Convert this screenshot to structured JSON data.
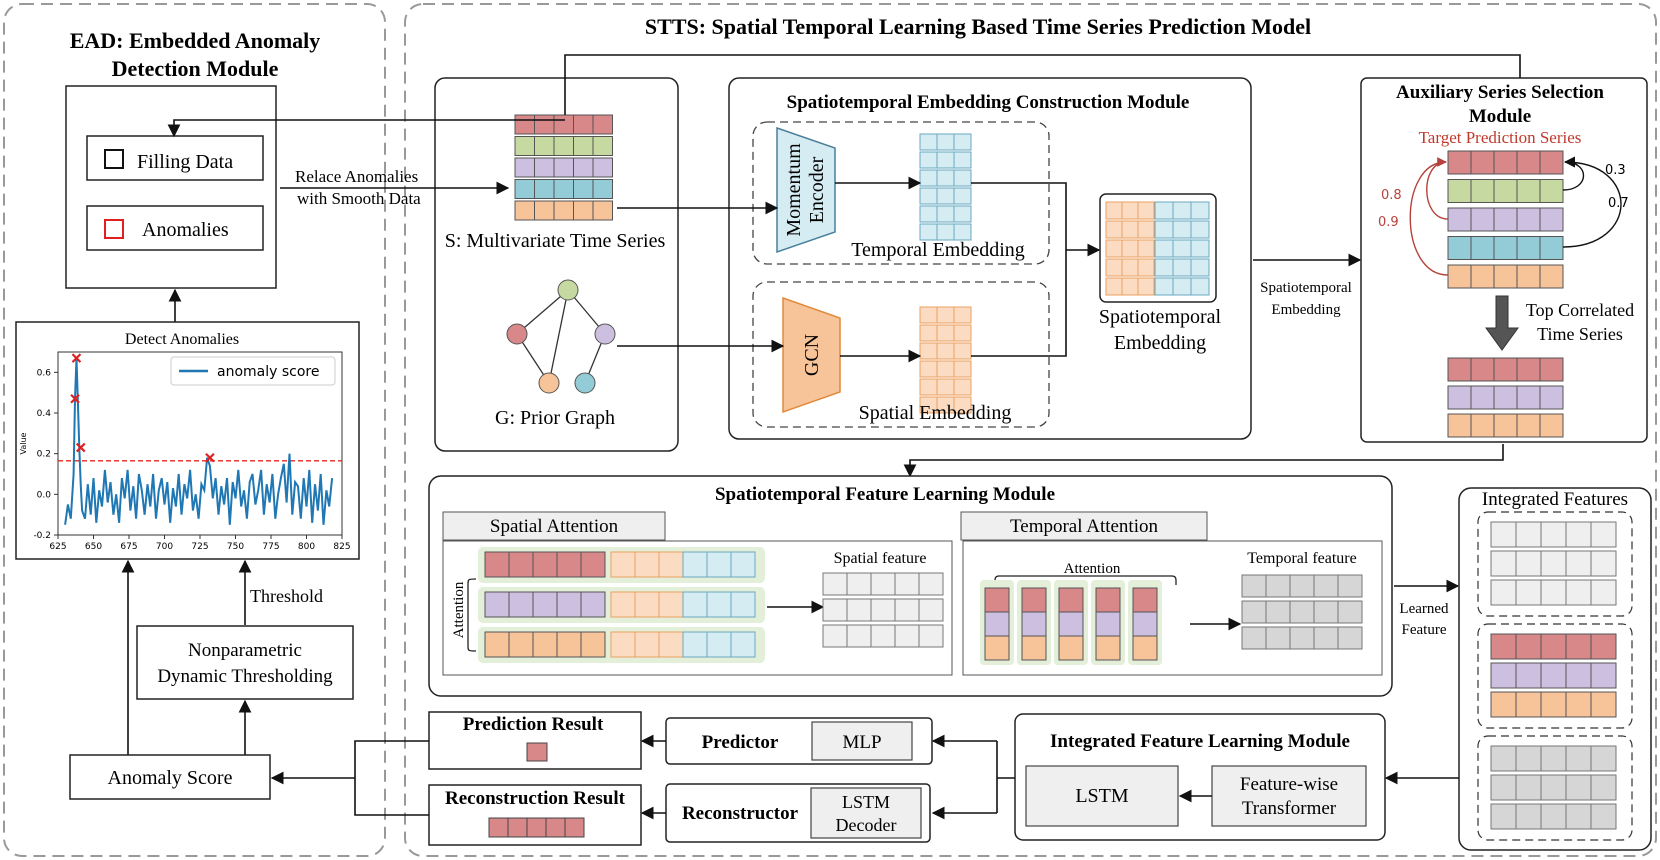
{
  "ead": {
    "title_line1": "EAD: Embedded Anomaly",
    "title_line2": "Detection Module",
    "filling_data": "Filling Data",
    "anomalies": "Anomalies",
    "chart_title": "Detect Anomalies",
    "threshold": "Threshold",
    "nonparam_line1": "Nonparametric",
    "nonparam_line2": "Dynamic Thresholding",
    "anomaly_score": "Anomaly Score"
  },
  "stts": {
    "title": "STTS: Spatial Temporal Learning Based Time Series Prediction Model",
    "replace_line1": "Relace Anomalies",
    "replace_line2": "with Smooth Data",
    "mts_label": "S: Multivariate Time Series",
    "graph_label": "G: Prior Graph",
    "embed_module_title": "Spatiotemporal Embedding Construction Module",
    "momentum_line1": "Momentum",
    "momentum_line2": "Encoder",
    "temporal_embedding": "Temporal Embedding",
    "gcn": "GCN",
    "spatial_embedding": "Spatial Embedding",
    "st_embedding_line1": "Spatiotemporal",
    "st_embedding_line2": "Embedding",
    "st_arrow_line1": "Spatiotemporal",
    "st_arrow_line2": "Embedding",
    "aux_title_line1": "Auxiliary Series Selection",
    "aux_title_line2": "Module",
    "target_series": "Target Prediction Series",
    "w_03": "0.3",
    "w_07": "0.7",
    "w_08": "0.8",
    "w_09": "0.9",
    "top_corr_line1": "Top Correlated",
    "top_corr_line2": "Time Series",
    "feature_module_title": "Spatiotemporal Feature Learning Module",
    "spatial_attention": "Spatial Attention",
    "temporal_attention": "Temporal Attention",
    "attention_vertical": "Attention",
    "attention_bracket": "Attention",
    "spatial_feature": "Spatial feature",
    "temporal_feature": "Temporal feature",
    "integrated_features": "Integrated Features",
    "learned_line1": "Learned",
    "learned_line2": "Feature",
    "integrated_module_title": "Integrated Feature Learning Module",
    "lstm": "LSTM",
    "fw_line1": "Feature-wise",
    "fw_line2": "Transformer",
    "predictor": "Predictor",
    "mlp": "MLP",
    "reconstructor": "Reconstructor",
    "lstm_dec_line1": "LSTM",
    "lstm_dec_line2": "Decoder",
    "prediction_result": "Prediction Result",
    "reconstruction_result": "Reconstruction Result"
  },
  "colors": {
    "red": "#d9888a",
    "green": "#c6d9a0",
    "purple": "#cdbfe0",
    "cyan": "#93cbd6",
    "orange": "#f7c49a",
    "light_blue": "#d6ecf3",
    "light_orange": "#fbdcc3",
    "gray": "#e4e4e4",
    "plot_line": "#1f77b4",
    "threshold": "#e8281e",
    "node_green": "#c6d9a0",
    "node_red": "#d9888a",
    "node_purple": "#cdbfe0",
    "node_orange": "#f7c49a",
    "node_cyan": "#93cbd6"
  },
  "chart_data": {
    "type": "line",
    "title": "Detect Anomalies",
    "xlabel": "",
    "ylabel": "Value",
    "xlim": [
      625,
      825
    ],
    "ylim": [
      -0.2,
      0.7
    ],
    "xticks": [
      "625",
      "650",
      "675",
      "700",
      "725",
      "750",
      "775",
      "800",
      "825"
    ],
    "yticks": [
      "-0.2",
      "0.0",
      "0.2",
      "0.4",
      "0.6"
    ],
    "threshold": 0.165,
    "series": [
      {
        "name": "anomaly score",
        "x": [
          630,
          632,
          634,
          636,
          637,
          638,
          639,
          640,
          641,
          642,
          644,
          646,
          648,
          650,
          652,
          654,
          656,
          658,
          660,
          662,
          664,
          666,
          668,
          670,
          672,
          674,
          676,
          678,
          680,
          682,
          684,
          686,
          688,
          690,
          692,
          694,
          696,
          698,
          700,
          702,
          704,
          706,
          708,
          710,
          712,
          714,
          716,
          718,
          720,
          722,
          724,
          726,
          728,
          730,
          732,
          734,
          736,
          738,
          740,
          742,
          744,
          746,
          748,
          750,
          752,
          754,
          756,
          758,
          760,
          762,
          764,
          766,
          768,
          770,
          772,
          774,
          776,
          778,
          780,
          782,
          784,
          786,
          788,
          790,
          792,
          794,
          796,
          798,
          800,
          802,
          804,
          806,
          808,
          810,
          812,
          814,
          816,
          818
        ],
        "y": [
          -0.15,
          -0.05,
          -0.12,
          0.1,
          0.47,
          0.67,
          0.45,
          0.23,
          0.05,
          -0.08,
          -0.12,
          0.05,
          -0.1,
          0.08,
          -0.14,
          0.02,
          -0.06,
          0.12,
          -0.04,
          0.06,
          -0.1,
          0.0,
          -0.14,
          0.08,
          -0.02,
          0.12,
          -0.08,
          0.04,
          -0.12,
          0.1,
          0.02,
          -0.1,
          0.05,
          -0.06,
          0.1,
          -0.12,
          0.02,
          0.08,
          -0.05,
          0.06,
          -0.14,
          0.03,
          -0.06,
          0.1,
          -0.1,
          0.05,
          -0.02,
          0.12,
          -0.08,
          0.0,
          -0.12,
          0.05,
          0.02,
          0.18,
          0.14,
          -0.02,
          0.08,
          -0.1,
          0.04,
          -0.05,
          0.08,
          -0.15,
          0.06,
          -0.02,
          0.12,
          -0.06,
          0.02,
          -0.12,
          0.06,
          0.1,
          -0.05,
          0.02,
          0.12,
          -0.1,
          0.05,
          -0.04,
          0.1,
          -0.12,
          0.0,
          0.08,
          0.15,
          -0.04,
          0.2,
          -0.1,
          0.06,
          0.04,
          -0.12,
          0.08,
          -0.06,
          0.12,
          -0.14,
          0.05,
          -0.08,
          0.1,
          -0.15,
          0.02,
          -0.06,
          0.08
        ]
      }
    ],
    "anomaly_points": [
      {
        "x": 638,
        "y": 0.67
      },
      {
        "x": 637,
        "y": 0.47
      },
      {
        "x": 641,
        "y": 0.23
      },
      {
        "x": 732,
        "y": 0.18
      }
    ],
    "legend": "top-right",
    "grid": false
  }
}
